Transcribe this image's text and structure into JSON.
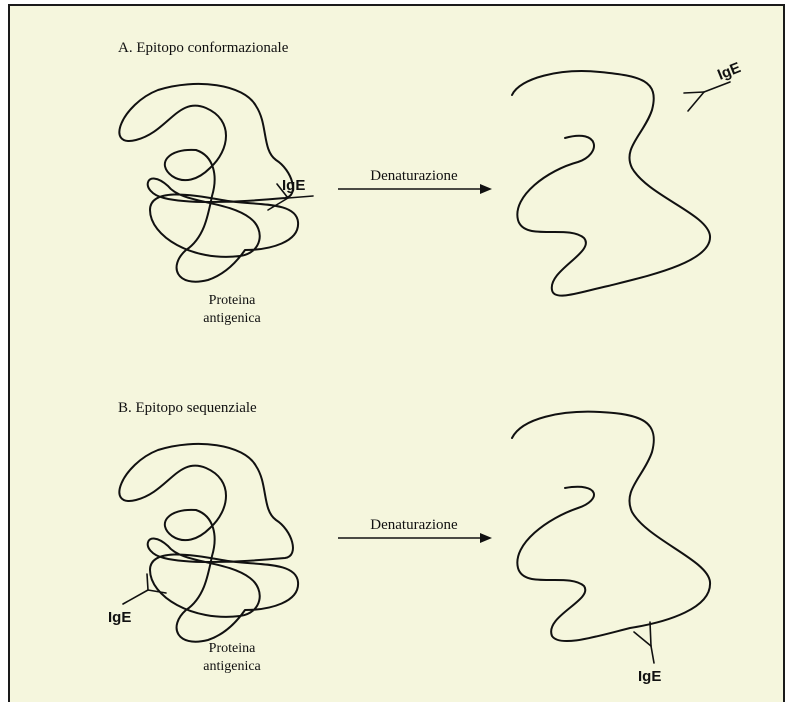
{
  "panel_a": {
    "title": "A. Epitopo conformazionale",
    "arrow_label": "Denaturazione",
    "protein_label_line1": "Proteina",
    "protein_label_line2": "antigenica",
    "antibody_label_folded": "IgE",
    "antibody_label_denatured": "IgE"
  },
  "panel_b": {
    "title": "B. Epitopo sequenziale",
    "arrow_label": "Denaturazione",
    "protein_label_line1": "Proteina",
    "protein_label_line2": "antigenica",
    "antibody_label_folded": "IgE",
    "antibody_label_denatured": "IgE"
  },
  "colors": {
    "background": "#f5f6dd",
    "stroke": "#111111"
  }
}
